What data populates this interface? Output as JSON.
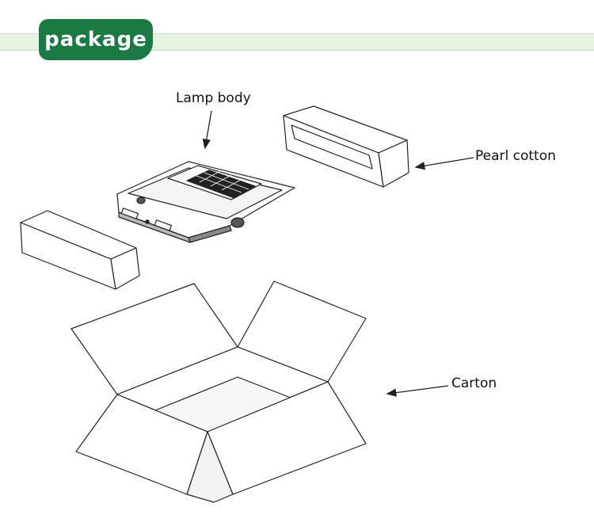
{
  "header": {
    "title": "package"
  },
  "diagram": {
    "labels": {
      "lamp_body": "Lamp body",
      "pearl_cotton": "Pearl cotton",
      "carton": "Carton"
    }
  },
  "colors": {
    "accent": "#1b7a44",
    "band": "#e6f2e2",
    "line": "#222222"
  }
}
